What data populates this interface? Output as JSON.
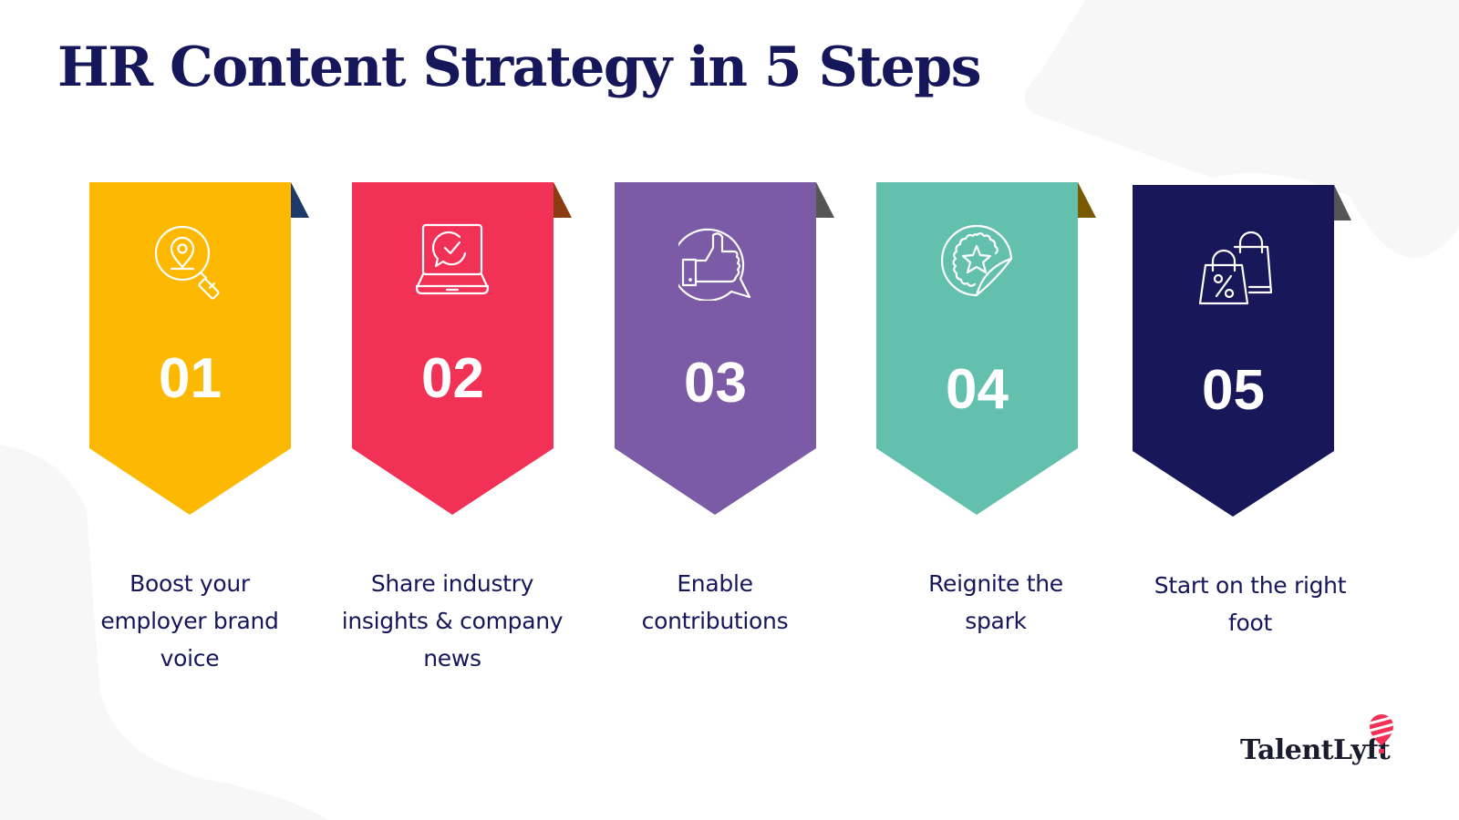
{
  "title": "HR Content Strategy in 5 Steps",
  "steps": [
    {
      "number": "01",
      "caption_lines": [
        "Boost your",
        "employer brand",
        "voice"
      ],
      "icon": "location-search-icon",
      "color": "#FDB902",
      "fold_color": "#1E3A6B"
    },
    {
      "number": "02",
      "caption_lines": [
        "Share industry",
        "insights & company",
        "news"
      ],
      "icon": "laptop-chat-check-icon",
      "color": "#F23157",
      "fold_color": "#8B3D10"
    },
    {
      "number": "03",
      "caption_lines": [
        "Enable",
        "contributions"
      ],
      "icon": "thumbs-up-speech-bubble-icon",
      "color": "#7B5BA6",
      "fold_color": "#555555"
    },
    {
      "number": "04",
      "caption_lines": [
        "Reignite the",
        "spark"
      ],
      "icon": "star-badge-sticker-icon",
      "color": "#62C0AC",
      "fold_color": "#7A5A00"
    },
    {
      "number": "05",
      "caption_lines": [
        "Start on the right",
        "foot"
      ],
      "icon": "shopping-bags-percent-icon",
      "color": "#18175A",
      "fold_color": "#555555"
    }
  ],
  "brand": {
    "name": "TalentLyft",
    "accent": "#F23157",
    "text_color": "#16165A"
  }
}
